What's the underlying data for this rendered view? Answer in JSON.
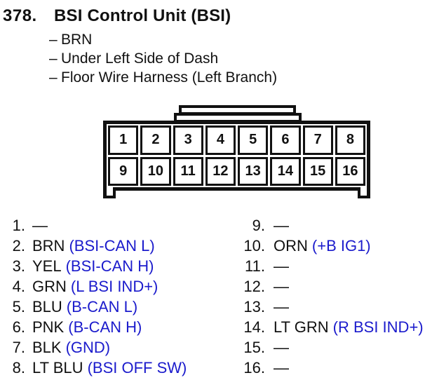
{
  "header": {
    "number": "378.",
    "title": "BSI Control Unit (BSI)",
    "bullet": "–",
    "details": [
      "BRN",
      "Under Left Side of Dash",
      "Floor Wire Harness (Left Branch)"
    ]
  },
  "connector": {
    "pins_top_row": [
      "1",
      "2",
      "3",
      "4",
      "5",
      "6",
      "7",
      "8"
    ],
    "pins_bottom_row": [
      "9",
      "10",
      "11",
      "12",
      "13",
      "14",
      "15",
      "16"
    ]
  },
  "pin_list": {
    "left": [
      {
        "num": "1.",
        "wire": "—",
        "signal": ""
      },
      {
        "num": "2.",
        "wire": "BRN",
        "signal": "(BSI-CAN L)"
      },
      {
        "num": "3.",
        "wire": "YEL",
        "signal": "(BSI-CAN H)"
      },
      {
        "num": "4.",
        "wire": "GRN",
        "signal": "(L BSI IND+)"
      },
      {
        "num": "5.",
        "wire": "BLU",
        "signal": "(B-CAN L)"
      },
      {
        "num": "6.",
        "wire": "PNK",
        "signal": "(B-CAN H)"
      },
      {
        "num": "7.",
        "wire": "BLK",
        "signal": "(GND)"
      },
      {
        "num": "8.",
        "wire": "LT BLU",
        "signal": "(BSI OFF SW)"
      }
    ],
    "right": [
      {
        "num": "9.",
        "wire": "—",
        "signal": ""
      },
      {
        "num": "10.",
        "wire": "ORN",
        "signal": "(+B IG1)"
      },
      {
        "num": "11.",
        "wire": "—",
        "signal": ""
      },
      {
        "num": "12.",
        "wire": "—",
        "signal": ""
      },
      {
        "num": "13.",
        "wire": "—",
        "signal": ""
      },
      {
        "num": "14.",
        "wire": "LT GRN",
        "signal": "(R BSI IND+)"
      },
      {
        "num": "15.",
        "wire": "—",
        "signal": ""
      },
      {
        "num": "16.",
        "wire": "—",
        "signal": ""
      }
    ]
  },
  "colors": {
    "ink": "#111111",
    "accent_blue": "#1b1bcc",
    "background": "#ffffff"
  }
}
